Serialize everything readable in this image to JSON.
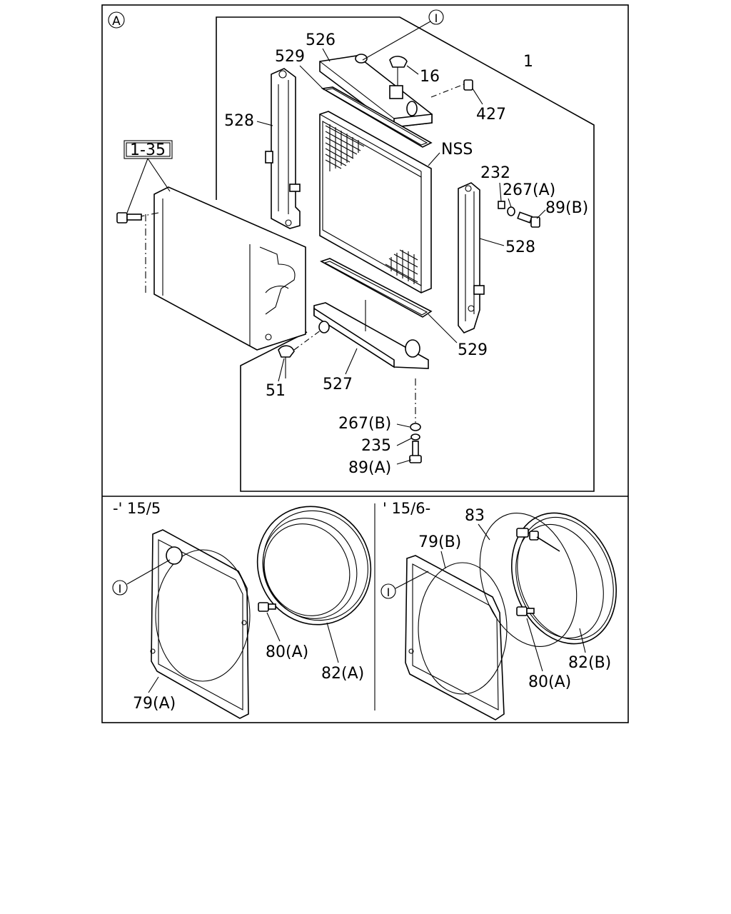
{
  "section_marker": "A",
  "circle_ref": "I",
  "main": {
    "assembly_label": "1",
    "ref_box": "1-35",
    "labels": {
      "p526": "526",
      "p529_top": "529",
      "p16": "16",
      "p427": "427",
      "p528_left": "528",
      "nss": "NSS",
      "p232": "232",
      "p267a": "267(A)",
      "p89b": "89(B)",
      "p528_right": "528",
      "p529_bottom": "529",
      "p51": "51",
      "p527": "527",
      "p267b": "267(B)",
      "p235": "235",
      "p89a": "89(A)"
    }
  },
  "lower_left": {
    "range": "-' 15/5",
    "labels": {
      "p80a": "80(A)",
      "p82a": "82(A)",
      "p79a": "79(A)"
    }
  },
  "lower_right": {
    "range": "' 15/6-",
    "labels": {
      "p83": "83",
      "p79b": "79(B)",
      "p82b": "82(B)",
      "p80a": "80(A)"
    }
  }
}
